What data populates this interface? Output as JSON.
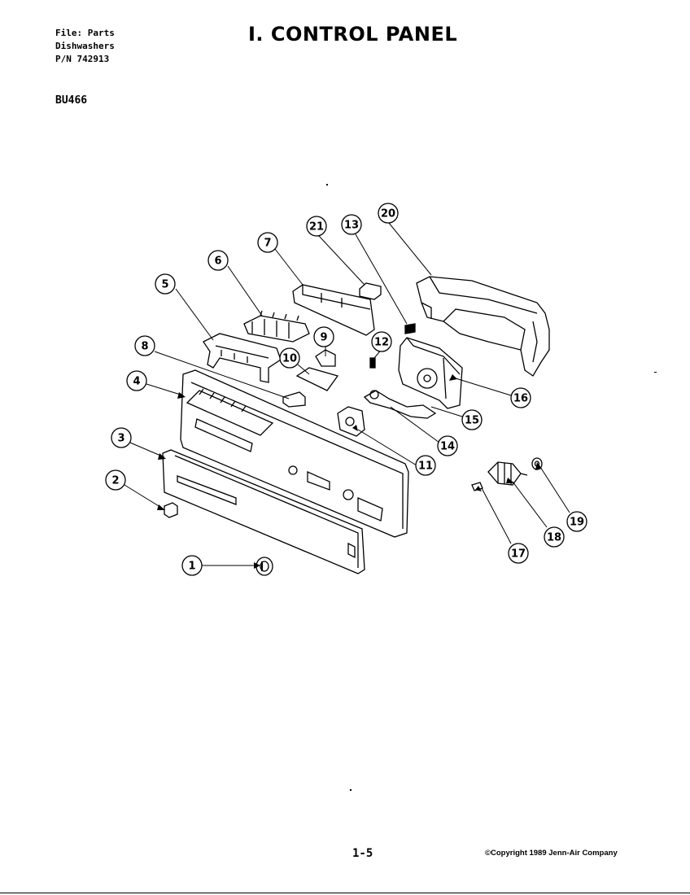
{
  "header": {
    "file_line": "File: Parts",
    "description_line": "Dishwashers",
    "pn_line": "P/N 742913",
    "model": "BU466"
  },
  "title": "I. CONTROL PANEL",
  "footer": {
    "page_number": "1-5",
    "copyright": "©Copyright 1989 Jenn-Air Company"
  },
  "callouts": [
    "1",
    "2",
    "3",
    "4",
    "5",
    "6",
    "7",
    "8",
    "9",
    "10",
    "11",
    "12",
    "13",
    "14",
    "15",
    "16",
    "17",
    "18",
    "19",
    "20",
    "21"
  ]
}
